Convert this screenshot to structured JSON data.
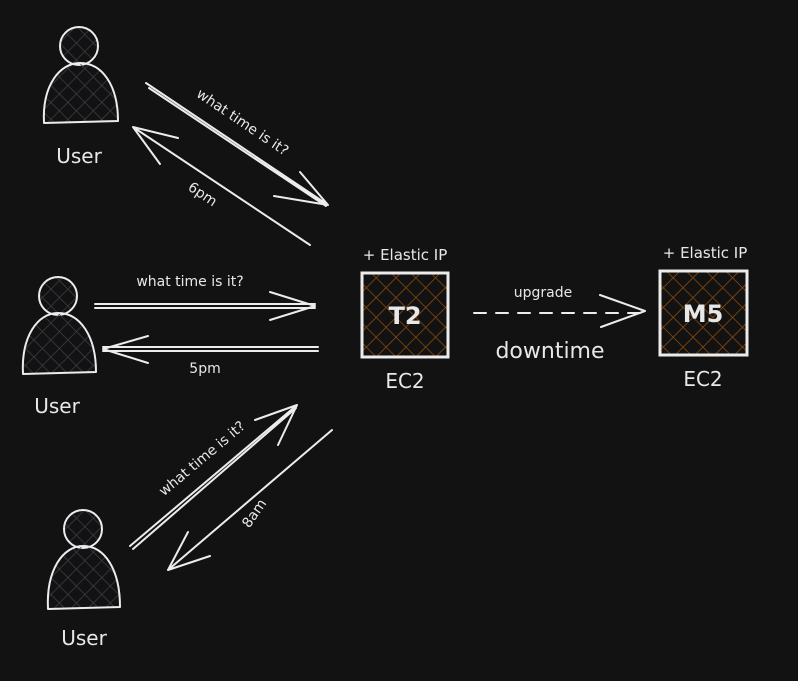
{
  "users": [
    {
      "label": "User",
      "request": "what time is it?",
      "response": "6pm"
    },
    {
      "label": "User",
      "request": "what time is it?",
      "response": "5pm"
    },
    {
      "label": "User",
      "request": "what time is it?",
      "response": "8am"
    }
  ],
  "instances": [
    {
      "type": "T2",
      "top_label": "+ Elastic IP",
      "bottom_label": "EC2"
    },
    {
      "type": "M5",
      "top_label": "+ Elastic IP",
      "bottom_label": "EC2"
    }
  ],
  "transition": {
    "label": "upgrade",
    "note": "downtime"
  },
  "colors": {
    "background": "#121212",
    "stroke": "#ececec",
    "hatch": "#8a4a0e",
    "user_hatch": "#3a3f48"
  }
}
